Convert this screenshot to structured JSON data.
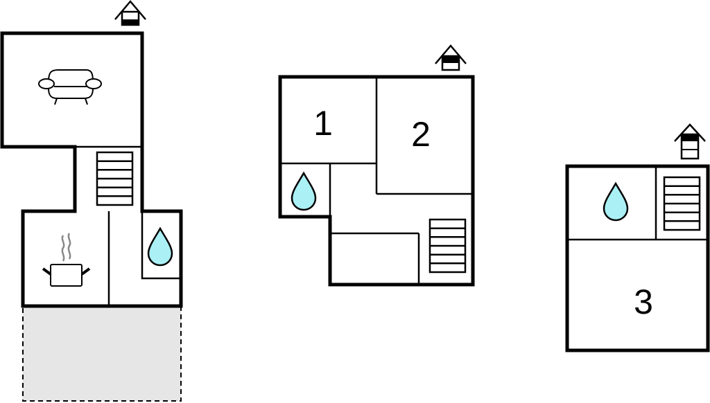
{
  "floors": [
    {
      "name": "ground-floor",
      "level_icon": "house-level-1-icon",
      "rooms": [
        "living-room",
        "kitchen",
        "bathroom",
        "stairs",
        "terrace"
      ]
    },
    {
      "name": "first-floor",
      "level_icon": "house-level-2-icon",
      "rooms": [
        "bedroom-1",
        "bedroom-2",
        "bathroom",
        "stairs"
      ],
      "labels": [
        "1",
        "2"
      ]
    },
    {
      "name": "second-floor",
      "level_icon": "house-level-3-icon",
      "rooms": [
        "bedroom-3",
        "bathroom",
        "stairs"
      ],
      "labels": [
        "3"
      ]
    }
  ],
  "colors": {
    "water": "#aaf0f5",
    "terrace": "#e6e6e6",
    "wall": "#000000"
  }
}
